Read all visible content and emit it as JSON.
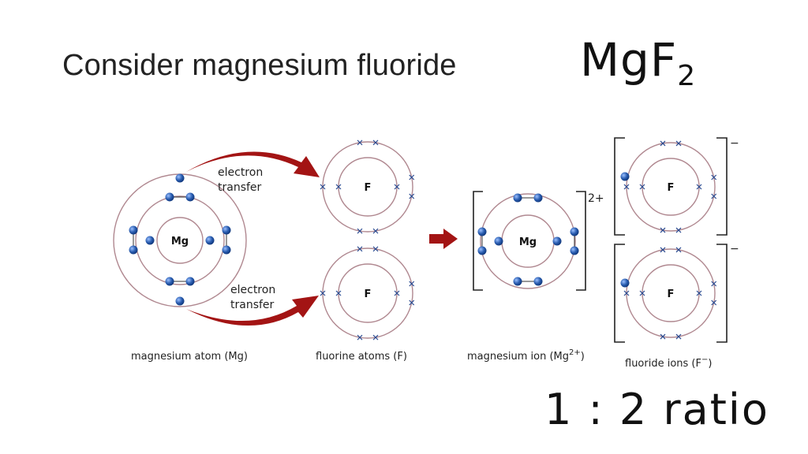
{
  "slide": {
    "title": "Consider magnesium fluoride",
    "formula_main": "MgF",
    "formula_sub": "2",
    "ratio_text": "1 : 2 ratio"
  },
  "diagram": {
    "transfer_label_line1": "electron",
    "transfer_label_line2": "transfer",
    "mg_symbol": "Mg",
    "f_symbol": "F",
    "mg_ion_charge": "2+",
    "f_ion_charge": "−",
    "captions": {
      "mg_atom": "magnesium atom (Mg)",
      "f_atoms": "fluorine atoms (F)",
      "mg_ion": "magnesium ion (Mg",
      "mg_ion_sup": "2+",
      "mg_ion_close": ")",
      "f_ions": "fluoride ions (F",
      "f_ions_sup": "−",
      "f_ions_close": ")"
    },
    "colors": {
      "electron": "#2a5db0",
      "arrow": "#a31414",
      "shell": "#b08890"
    }
  }
}
